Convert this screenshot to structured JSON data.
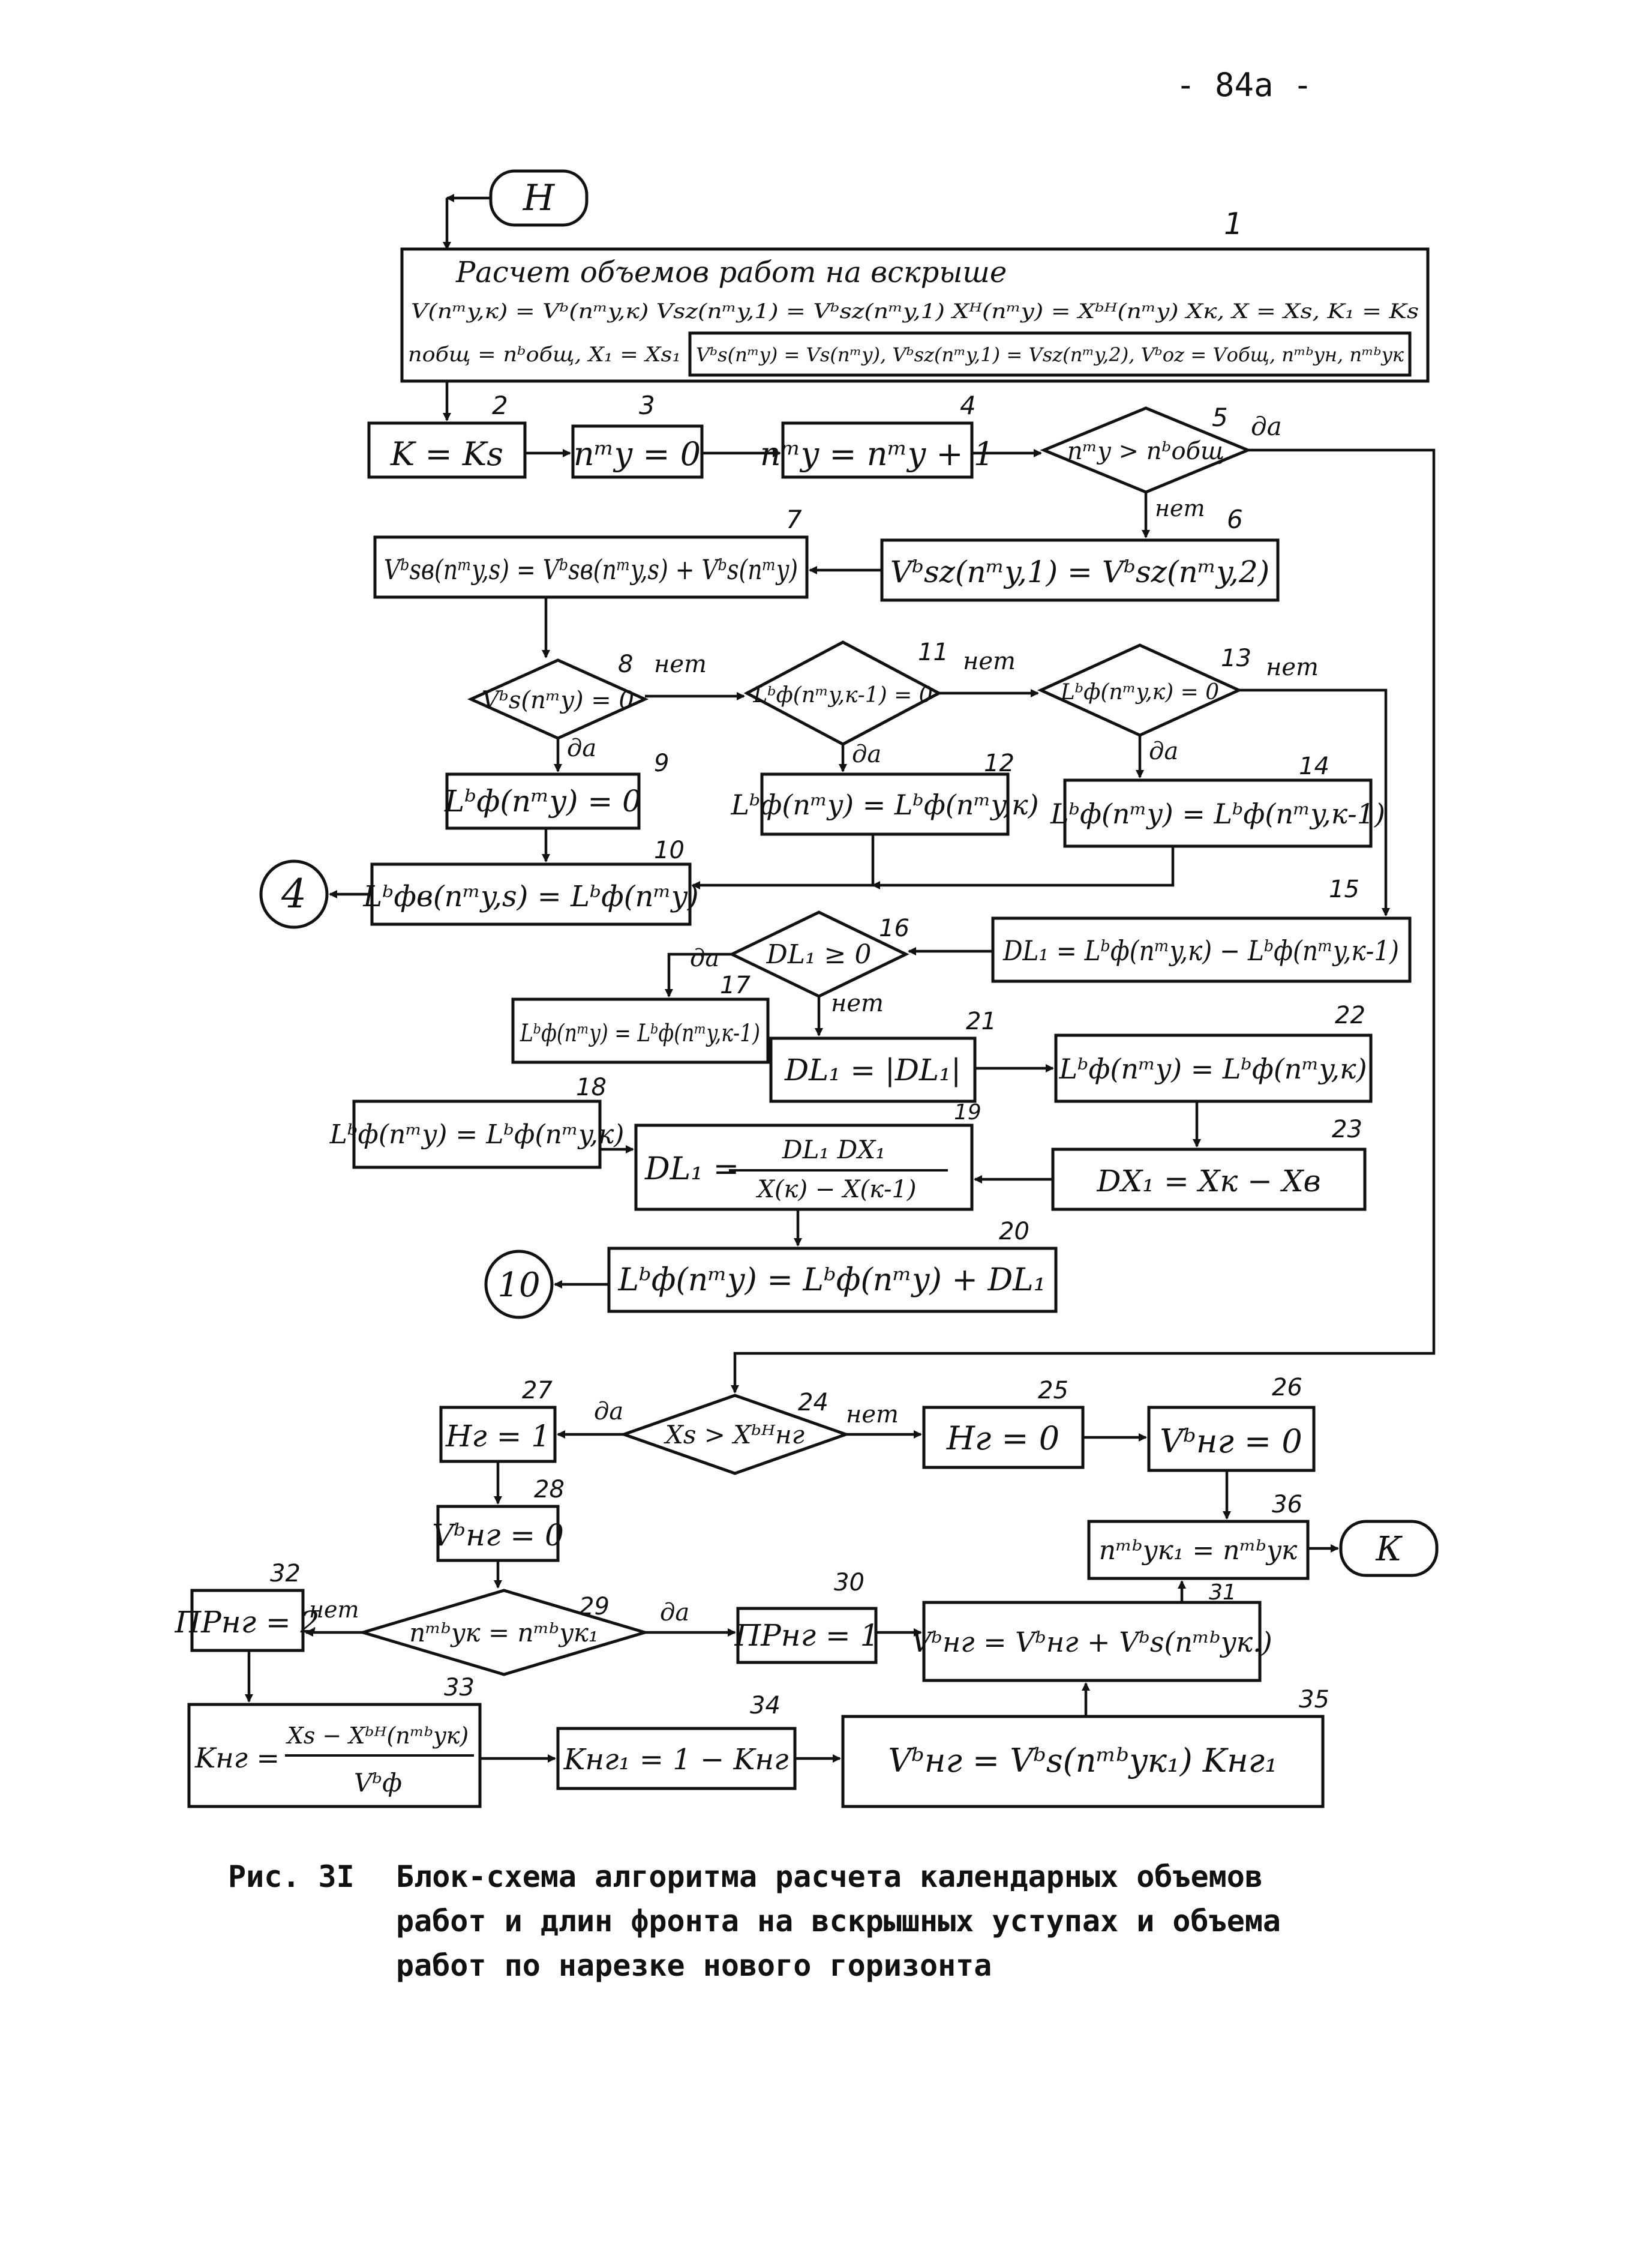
{
  "page_number": "- 84а -",
  "caption": {
    "label": "Рис. 3I",
    "text": "Блок-схема алгоритма расчета календарных объемов\nработ и длин фронта на вскрышных уступах и объема\nработ по нарезке нового горизонта"
  },
  "nodes": {
    "start": "Н",
    "b1_num": "1",
    "b1_line1": "Расчет объемов работ на вскрыше",
    "b1_line2": "V(nᵐy,к) = Vᵇ(nᵐy,к)  Vsz(nᵐy,1) = Vᵇsz(nᵐy,1)  Xᴴ(nᵐy) = Xᵇᴴ(nᵐy)  Xк, X = Xs, K₁ = Ks",
    "b1_line3a": "nобщ = nᵇобщ, X₁ = Xs₁",
    "b1_line3b": "Vᵇs(nᵐy) = Vs(nᵐy), Vᵇsz(nᵐy,1) = Vsz(nᵐy,2), Vᵇoz = Vобщ, nᵐᵇyн, nᵐᵇyк",
    "b2_num": "2",
    "b2": "K = Ks",
    "b3_num": "3",
    "b3": "nᵐy = 0",
    "b4_num": "4",
    "b4": "nᵐy = nᵐy + 1",
    "b5_num": "5",
    "b5": "nᵐy > nᵇобщ",
    "b6_num": "6",
    "b6": "Vᵇsz(nᵐy,1) = Vᵇsz(nᵐy,2)",
    "b7_num": "7",
    "b7": "Vᵇsв(nᵐy,s) = Vᵇsв(nᵐy,s) + Vᵇs(nᵐy)",
    "b8_num": "8",
    "b8": "Vᵇs(nᵐy) = 0",
    "b9_num": "9",
    "b9": "Lᵇф(nᵐy) = 0",
    "b10_num": "10",
    "b10": "Lᵇфв(nᵐy,s) = Lᵇф(nᵐy)",
    "b11_num": "11",
    "b11": "Lᵇф(nᵐy,к-1) = 0",
    "b12_num": "12",
    "b12": "Lᵇф(nᵐy) = Lᵇф(nᵐy,к)",
    "b13_num": "13",
    "b13": "Lᵇф(nᵐy,к) = 0",
    "b14_num": "14",
    "b14": "Lᵇф(nᵐy) = Lᵇф(nᵐy,к-1)",
    "b15_num": "15",
    "b15": "DL₁ = Lᵇф(nᵐy,к) − Lᵇф(nᵐy,к-1)",
    "b16_num": "16",
    "b16": "DL₁ ≥ 0",
    "b17_num": "17",
    "b17": "Lᵇф(nᵐy) = Lᵇф(nᵐy,к-1)",
    "b18_num": "18",
    "b18": "Lᵇф(nᵐy) = Lᵇф(nᵐy,к)",
    "b19_num": "19",
    "b19_lhs": "DL₁ =",
    "b19_numer": "DL₁ DX₁",
    "b19_denom": "X(к) − X(к-1)",
    "b20_num": "20",
    "b20": "Lᵇф(nᵐy) = Lᵇф(nᵐy) + DL₁",
    "b21_num": "21",
    "b21": "DL₁ = |DL₁|",
    "b22_num": "22",
    "b22": "Lᵇф(nᵐy) = Lᵇф(nᵐy,к)",
    "b23_num": "23",
    "b23": "DX₁ = Xк − Xв",
    "b24_num": "24",
    "b24": "Xs > Xᵇᴴнг",
    "b25_num": "25",
    "b25": "Hг = 0",
    "b26_num": "26",
    "b26": "Vᵇнг = 0",
    "b27_num": "27",
    "b27": "Hг = 1",
    "b28_num": "28",
    "b28": "Vᵇнг = 0",
    "b29_num": "29",
    "b29": "nᵐᵇyк = nᵐᵇyк₁",
    "b30_num": "30",
    "b30": "ПРнг = 1",
    "b31_num": "31",
    "b31": "Vᵇнг = Vᵇнг + Vᵇs(nᵐᵇyк.)",
    "b32_num": "32",
    "b32": "ПРнг = 2",
    "b33_num": "33",
    "b33_lhs": "Kнг =",
    "b33_numer": "Xs − Xᵇᴴ(nᵐᵇyк)",
    "b33_denom": "Vᵇф",
    "b34_num": "34",
    "b34": "Kнг₁ = 1 − Kнг",
    "b35_num": "35",
    "b35": "Vᵇнг = Vᵇs(nᵐᵇyк₁) Kнг₁",
    "b36_num": "36",
    "b36": "nᵐᵇyк₁ = nᵐᵇyк",
    "conn_4": "4",
    "conn_10": "10",
    "conn_k": "К"
  },
  "edge_labels": {
    "yes": "да",
    "no_1": "нет",
    "no_2": "нет",
    "no_3": "нет",
    "no_4": "нет",
    "no_5": "нет",
    "no_6": "нет",
    "no_7": "нет"
  }
}
